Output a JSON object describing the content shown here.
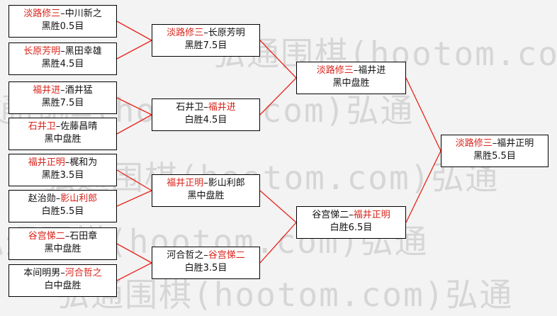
{
  "watermark": "弘通围棋(hootom.com)弘通",
  "colors": {
    "winner": "#d9241b",
    "line": "#e8241b"
  },
  "round1": [
    {
      "p1": "淡路修三",
      "p2": "中川新之",
      "winner": 1,
      "result": "黑胜0.5目"
    },
    {
      "p1": "长原芳明",
      "p2": "黑田幸雄",
      "winner": 1,
      "result": "黑胜4.5目"
    },
    {
      "p1": "福井进",
      "p2": "酒井猛",
      "winner": 1,
      "result": "黑胜7.5目"
    },
    {
      "p1": "石井卫",
      "p2": "佐藤昌晴",
      "winner": 1,
      "result": "黑中盘胜"
    },
    {
      "p1": "福井正明",
      "p2": "梶和为",
      "winner": 1,
      "result": "黑胜3.5目"
    },
    {
      "p1": "赵治勋",
      "p2": "影山利郎",
      "winner": 2,
      "result": "白胜5.5目"
    },
    {
      "p1": "谷宫悌二",
      "p2": "石田章",
      "winner": 1,
      "result": "黑中盘胜"
    },
    {
      "p1": "本间明男",
      "p2": "河合哲之",
      "winner": 2,
      "result": "白中盘胜"
    }
  ],
  "round2": [
    {
      "p1": "淡路修三",
      "p2": "长原芳明",
      "winner": 1,
      "result": "黑胜7.5目"
    },
    {
      "p1": "石井卫",
      "p2": "福井进",
      "winner": 2,
      "result": "白胜4.5目"
    },
    {
      "p1": "福井正明",
      "p2": "影山利郎",
      "winner": 1,
      "result": "黑中盘胜"
    },
    {
      "p1": "河合哲之",
      "p2": "谷宫悌二",
      "winner": 2,
      "result": "白胜3.5目"
    }
  ],
  "semifinal": [
    {
      "p1": "淡路修三",
      "p2": "福井进",
      "winner": 1,
      "result": "黑中盘胜"
    },
    {
      "p1": "谷宫悌二",
      "p2": "福井正明",
      "winner": 2,
      "result": "白胜6.5目"
    }
  ],
  "final": [
    {
      "p1": "淡路修三",
      "p2": "福井正明",
      "winner": 1,
      "result": "黑胜5.5目"
    }
  ]
}
